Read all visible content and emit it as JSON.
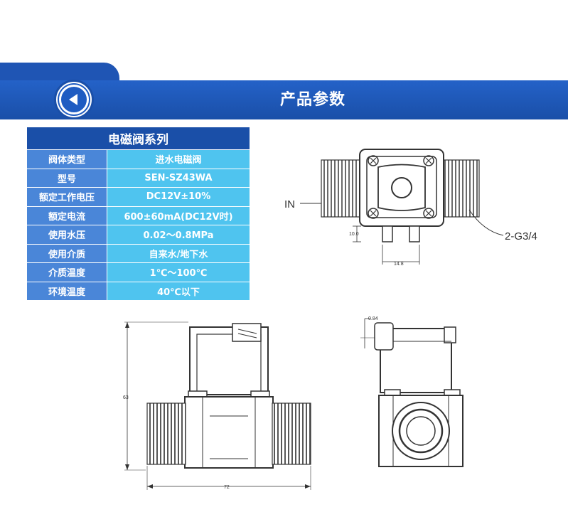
{
  "header": {
    "title": "产品参数",
    "back_icon": "chevron-left-icon"
  },
  "spec_table": {
    "title": "电磁阀系列",
    "rows": [
      {
        "label": "阀体类型",
        "value": "进水电磁阀"
      },
      {
        "label": "型号",
        "value": "SEN-SZ43WA"
      },
      {
        "label": "额定工作电压",
        "value": "DC12V±10%"
      },
      {
        "label": "额定电流",
        "value": "600±60mA(DC12V时)"
      },
      {
        "label": "使用水压",
        "value": "0.02～0.8MPa"
      },
      {
        "label": "使用介质",
        "value": "自来水/地下水"
      },
      {
        "label": "介质温度",
        "value": "1℃～100℃"
      },
      {
        "label": "环境温度",
        "value": "40℃以下"
      }
    ]
  },
  "drawings": {
    "top_view": {
      "inlet_label": "IN",
      "thread_label": "2-G3/4",
      "dim_height": "10.0",
      "dim_width": "14.8"
    },
    "front_view": {
      "dim_height": "63",
      "dim_width": "72"
    },
    "side_view": {
      "dim_offset": "0.84"
    }
  },
  "colors": {
    "primary": "#1a4fa8",
    "label_cell": "#4a86d8",
    "value_cell": "#4fc4ef"
  }
}
